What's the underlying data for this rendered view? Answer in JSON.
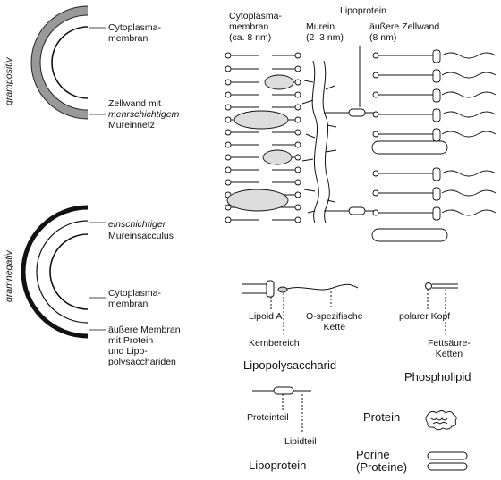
{
  "gram_positive": {
    "side_label": "grampositiv",
    "cytoplasma_label": "Cytoplasma-\nmembran",
    "wall_label_line1": "Zellwand mit",
    "wall_label_line2": "mehrschichtigem",
    "wall_label_line3": "Mureinnetz"
  },
  "gram_negative": {
    "side_label": "gramnegativ",
    "murein_label_line1": "einschichtiger",
    "murein_label_line2": "Mureinsacculus",
    "cytoplasma_label": "Cytoplasma-\nmembran",
    "outer_label": "äußere Membran\nmit Protein\nund Lipo-\npolysacchariden"
  },
  "detail_headers": {
    "cytoplasma": "Cytoplasma-\nmembran\n(ca. 8 nm)",
    "murein": "Murein\n(2–3 nm)",
    "lipoprotein": "Lipoprotein",
    "outer_wall": "äußere Zellwand\n(8 nm)"
  },
  "legend": {
    "lipopolysaccharid": {
      "title": "Lipopolysaccharid",
      "lipoid_a": "Lipoid A",
      "o_chain": "O-spezifische\nKette",
      "core": "Kernbereich"
    },
    "phospholipid": {
      "title": "Phospholipid",
      "head": "polarer Kopf",
      "tails": "Fettsäure-\nKetten"
    },
    "lipoprotein": {
      "title": "Lipoprotein",
      "protein_part": "Proteinteil",
      "lipid_part": "Lipidteil"
    },
    "protein": {
      "title": "Protein"
    },
    "porine": {
      "title": "Porine\n(Proteine)"
    }
  }
}
